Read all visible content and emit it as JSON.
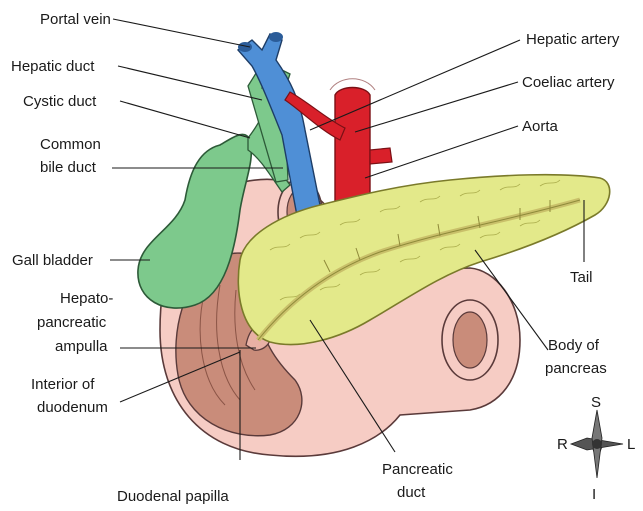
{
  "labels": {
    "portal_vein": "Portal vein",
    "hepatic_duct": "Hepatic duct",
    "cystic_duct": "Cystic duct",
    "common_bile_duct_1": "Common",
    "common_bile_duct_2": "bile duct",
    "gall_bladder": "Gall bladder",
    "ampulla_1": "Hepato-",
    "ampulla_2": "pancreatic",
    "ampulla_3": "ampulla",
    "interior_1": "Interior of",
    "interior_2": "duodenum",
    "duodenal_papilla": "Duodenal papilla",
    "pancreatic_duct_1": "Pancreatic",
    "pancreatic_duct_2": "duct",
    "hepatic_artery": "Hepatic artery",
    "coeliac_artery": "Coeliac artery",
    "aorta": "Aorta",
    "tail": "Tail",
    "body_1": "Body of",
    "body_2": "pancreas"
  },
  "compass": {
    "north": "S",
    "south": "I",
    "west": "R",
    "east": "L"
  },
  "colors": {
    "vein": "#4f8fd6",
    "artery": "#d9202a",
    "bile": "#7dc98c",
    "pancreas": "#e3e98a",
    "duodenum": "#f6ccc4",
    "duodenum_outline": "#5a3a3a"
  }
}
